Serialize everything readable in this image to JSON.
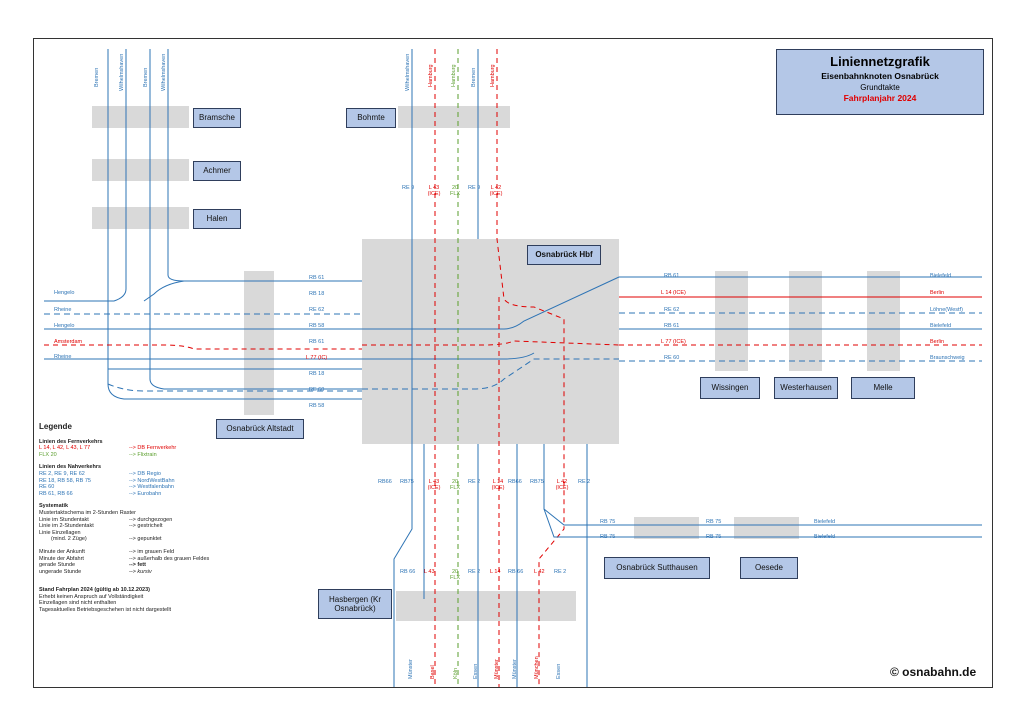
{
  "title": {
    "line1": "Liniennetzgrafik",
    "line2": "Eisenbahnknoten Osnabrück",
    "line3": "Grundtakte",
    "line4": "Fahrplanjahr 2024"
  },
  "stations": {
    "bramsche": "Bramsche",
    "achmer": "Achmer",
    "halen": "Halen",
    "bohmte": "Bohmte",
    "hbf": "Osnabrück Hbf",
    "altstadt": "Osnabrück Altstadt",
    "wissingen": "Wissingen",
    "westerhausen": "Westerhausen",
    "melle": "Melle",
    "sutthausen": "Osnabrück Sutthausen",
    "oesede": "Oesede",
    "hasbergen": "Hasbergen (Kr Osnabrück)"
  },
  "west_origins": [
    "Hengelo",
    "Rheine",
    "Hengelo",
    "Amsterdam",
    "Rheine"
  ],
  "east_destinations": [
    "Bielefeld",
    "Berlin",
    "Löhne(Westf)",
    "Bielefeld",
    "Berlin",
    "Braunschweig"
  ],
  "west_lines": [
    "RB 61",
    "RB 18",
    "RE 62",
    "RB 58",
    "RB 61",
    "L 77 (IC)",
    "RB 18",
    "RE 60",
    "RB 58"
  ],
  "east_lines": [
    "RB 61",
    "L 14 (ICE)",
    "RE 62",
    "RB 61",
    "L 77 (ICE)",
    "RE 60"
  ],
  "north_top_destinations": [
    "Bremen",
    "Wilhelmshaven",
    "Bremen",
    "Wilhelmshaven",
    "Wilhelmshaven",
    "Hamburg",
    "Hamburg",
    "Bremen",
    "Hamburg"
  ],
  "north_lines": [
    "RE 9",
    "L 43 (ICE)",
    "20 FLX",
    "RE 9",
    "L 42 (ICE)"
  ],
  "south_lines_upper": [
    "RB66",
    "RB75",
    "L 43 (ICE)",
    "20 FLX",
    "RE 2",
    "L 14 (ICE)",
    "RB66",
    "RB75",
    "L 42 (ICE)",
    "RE 2"
  ],
  "south_lines_lower": [
    "RB 66",
    "L 43",
    "20 FLX",
    "RE 2",
    "L 14",
    "RB 66",
    "L 42",
    "RE 2"
  ],
  "south_bottom_destinations": [
    "Münster",
    "Basel",
    "Köln",
    "Essen",
    "Münster",
    "Münster",
    "München",
    "Essen"
  ],
  "sutthausen_lines": [
    "RB 75",
    "RB 75",
    "RB 75",
    "RB 75"
  ],
  "sutthausen_dest": [
    "Bielefeld",
    "Bielefeld"
  ],
  "legend": {
    "heading": "Legende",
    "fern_title": "Linien des Fernverkehrs",
    "fern": [
      {
        "line": "L 14, L 42, L 43, L 77",
        "op": "--> DB Fernverkehr"
      },
      {
        "line": "FLX 20",
        "op": "--> Flixtrain"
      }
    ],
    "nah_title": "Linien des Nahverkehrs",
    "nah": [
      {
        "line": "RE 2, RE 9, RE 62",
        "op": "--> DB Regio"
      },
      {
        "line": "RE 18, RB 58, RB 75",
        "op": "--> NordWestBahn"
      },
      {
        "line": "RE 60",
        "op": "--> Westfalenbahn"
      },
      {
        "line": "RB 61, RB 66",
        "op": "--> Eurobahn"
      }
    ],
    "sys_title": "Systematik",
    "sys": [
      {
        "a": "Mustertaktschema im 2-Stunden Raster",
        "b": ""
      },
      {
        "a": "Linie im Stundentakt",
        "b": "--> durchgezogen"
      },
      {
        "a": "Linie im 2-Stundentakt",
        "b": "--> gestrichelt"
      },
      {
        "a": "Linie Einzellagen",
        "b": ""
      },
      {
        "a": "(mind. 2 Züge)",
        "b": "--> gepunktet"
      },
      {
        "a": "",
        "b": ""
      },
      {
        "a": "Minute der Ankunft",
        "b": "--> im grauen Feld"
      },
      {
        "a": "Minute der Abfahrt",
        "b": "--> außerhalb des grauen Feldes"
      },
      {
        "a": "gerade Stunde",
        "b": "--> fett"
      },
      {
        "a": "ungerade Stunde",
        "b": "--> kursiv"
      }
    ],
    "stand_title": "Stand Fahrplan 2024 (gültig ab 10.12.2023)",
    "stand": [
      "Erhebt keinen Anspruch auf Vollständigkeit",
      "Einzellagen sind nicht enthalten",
      "Tagesaktuelles Betriebsgeschehen ist nicht dargestellt"
    ]
  },
  "copyright": "© osnabahn.de",
  "colors": {
    "nahverkehr": "#2e74b5",
    "fernverkehr": "#e00000",
    "flixtrain": "#5a9e2c",
    "station_fill": "#b4c7e7",
    "node_gray": "#d9d9d9"
  }
}
